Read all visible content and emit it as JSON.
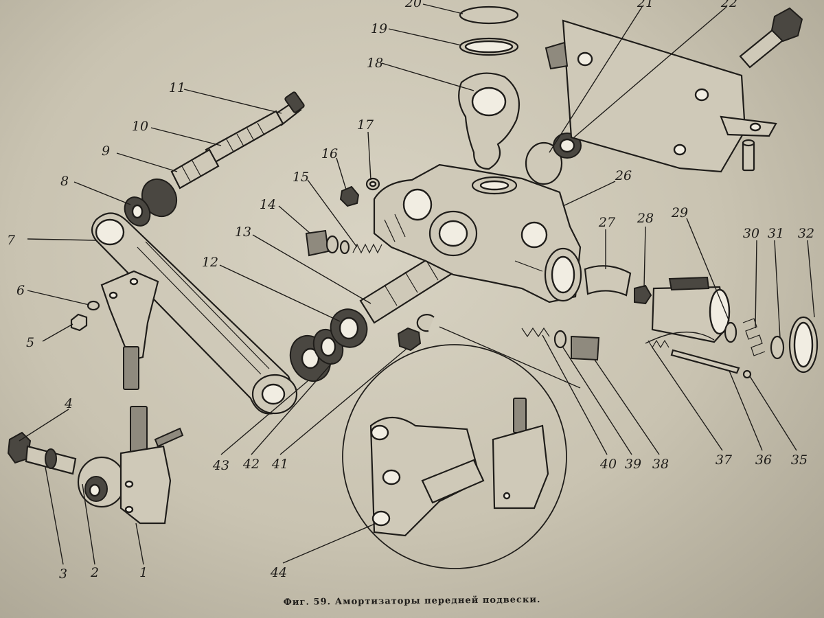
{
  "caption": "Фиг. 59. Амортизаторы передней подвески.",
  "callouts": [
    {
      "number": "1"
    },
    {
      "number": "2"
    },
    {
      "number": "3"
    },
    {
      "number": "4"
    },
    {
      "number": "5"
    },
    {
      "number": "6"
    },
    {
      "number": "7"
    },
    {
      "number": "8"
    },
    {
      "number": "9"
    },
    {
      "number": "10"
    },
    {
      "number": "11"
    },
    {
      "number": "12"
    },
    {
      "number": "13"
    },
    {
      "number": "14"
    },
    {
      "number": "15"
    },
    {
      "number": "16"
    },
    {
      "number": "17"
    },
    {
      "number": "18"
    },
    {
      "number": "19"
    },
    {
      "number": "20"
    },
    {
      "number": "21"
    },
    {
      "number": "22"
    },
    {
      "number": "26"
    },
    {
      "number": "27"
    },
    {
      "number": "28"
    },
    {
      "number": "29"
    },
    {
      "number": "30"
    },
    {
      "number": "31"
    },
    {
      "number": "32"
    },
    {
      "number": "35"
    },
    {
      "number": "36"
    },
    {
      "number": "37"
    },
    {
      "number": "38"
    },
    {
      "number": "39"
    },
    {
      "number": "40"
    },
    {
      "number": "41"
    },
    {
      "number": "42"
    },
    {
      "number": "43"
    },
    {
      "number": "44"
    }
  ]
}
